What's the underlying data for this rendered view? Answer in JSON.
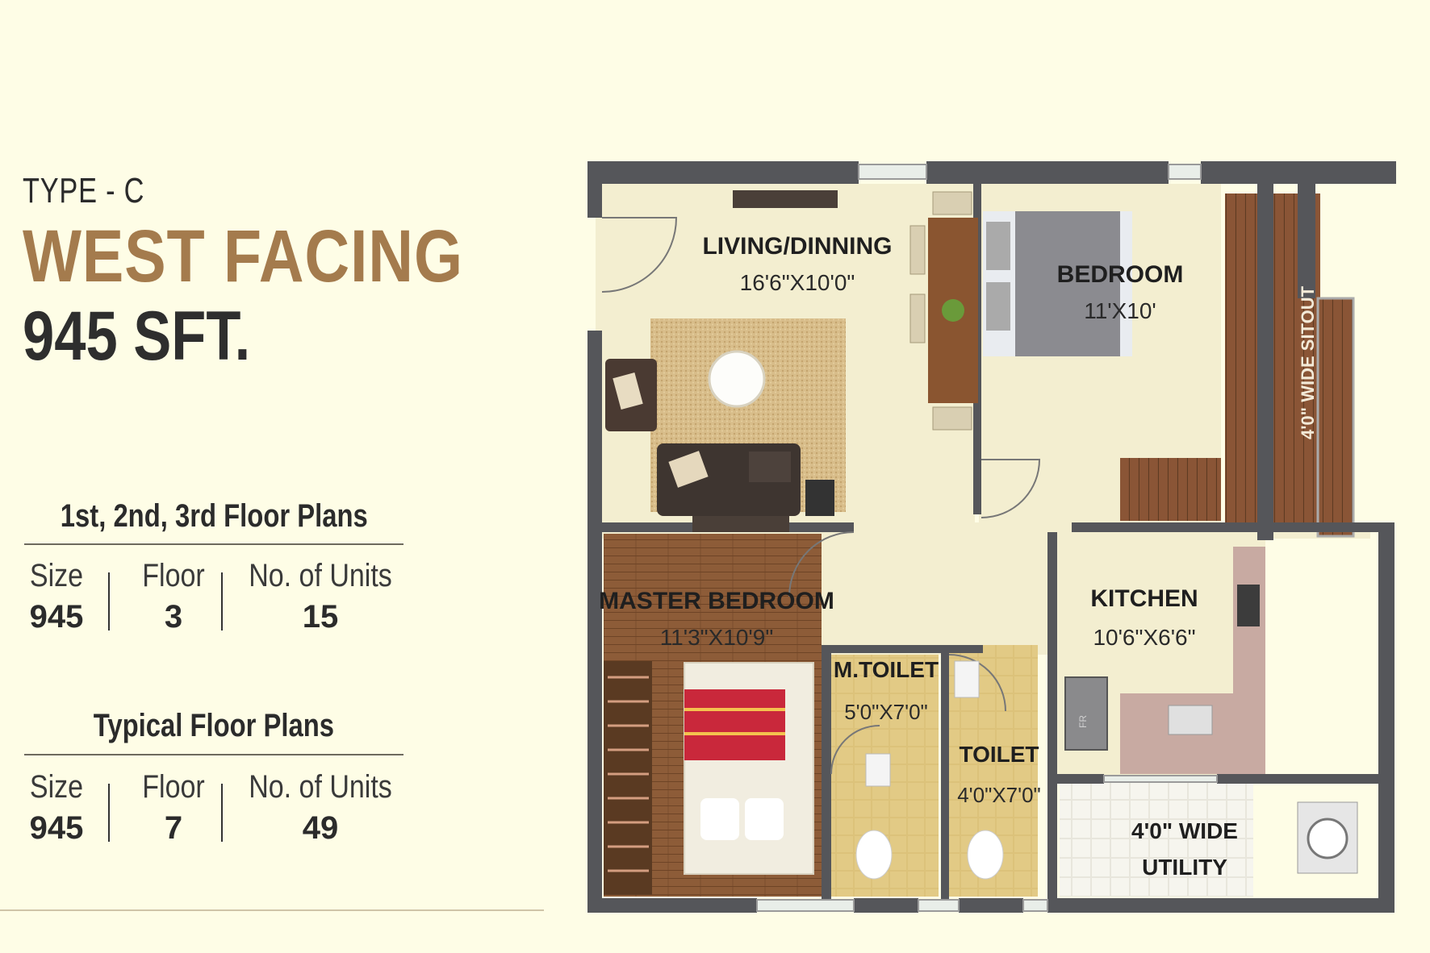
{
  "header": {
    "type_label": "TYPE - C",
    "facing": "WEST FACING",
    "area": "945 SFT."
  },
  "tables": [
    {
      "heading": "1st, 2nd, 3rd Floor Plans",
      "columns": [
        "Size",
        "Floor",
        "No. of Units"
      ],
      "values": [
        "945",
        "3",
        "15"
      ]
    },
    {
      "heading": "Typical Floor Plans",
      "columns": [
        "Size",
        "Floor",
        "No. of Units"
      ],
      "values": [
        "945",
        "7",
        "49"
      ]
    }
  ],
  "rooms": {
    "living": {
      "name": "LIVING/DINNING",
      "size": "16'6\"X10'0\""
    },
    "bedroom": {
      "name": "BEDROOM",
      "size": "11'X10'"
    },
    "sitout": {
      "name": "4'0\" WIDE SITOUT"
    },
    "master": {
      "name": "MASTER BEDROOM",
      "size": "11'3\"X10'9\""
    },
    "mtoilet": {
      "name": "M.TOILET",
      "size": "5'0\"X7'0\""
    },
    "toilet": {
      "name": "TOILET",
      "size": "4'0\"X7'0\""
    },
    "kitchen": {
      "name": "KITCHEN",
      "size": "10'6\"X6'6\""
    },
    "utility": {
      "name_line1": "4'0\" WIDE",
      "name_line2": "UTILITY"
    },
    "fridge": "FR"
  },
  "colors": {
    "background": "#fefde6",
    "accent": "#a47b4d",
    "wall": "#55565a",
    "floor": "#f3eed0",
    "wood": "#8a5a36",
    "tile": "#dcc27a"
  }
}
